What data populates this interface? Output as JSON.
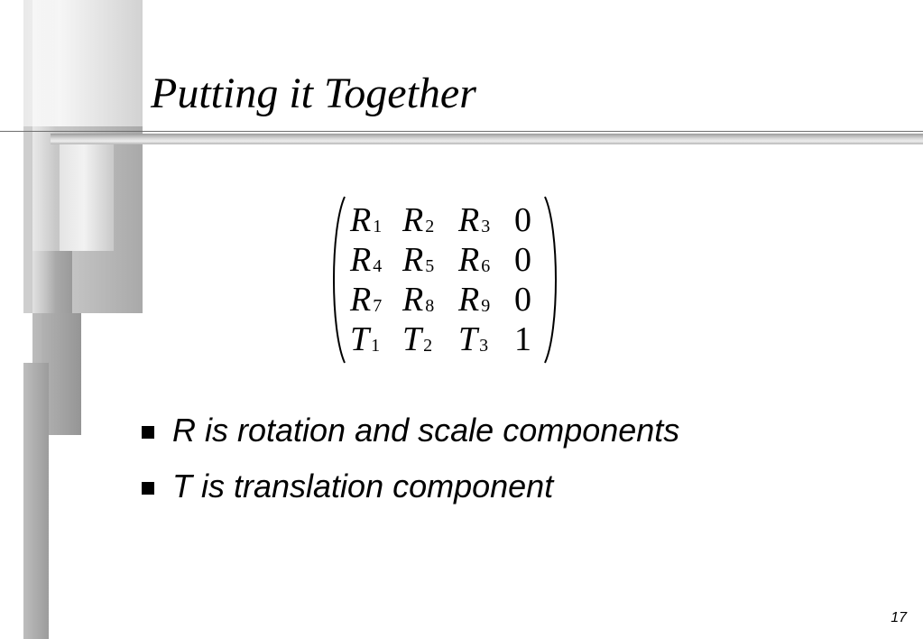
{
  "slide": {
    "title": "Putting it Together",
    "matrix": {
      "rows": [
        [
          {
            "sym": "R",
            "sub": "1"
          },
          {
            "sym": "R",
            "sub": "2"
          },
          {
            "sym": "R",
            "sub": "3"
          },
          {
            "num": "0"
          }
        ],
        [
          {
            "sym": "R",
            "sub": "4"
          },
          {
            "sym": "R",
            "sub": "5"
          },
          {
            "sym": "R",
            "sub": "6"
          },
          {
            "num": "0"
          }
        ],
        [
          {
            "sym": "R",
            "sub": "7"
          },
          {
            "sym": "R",
            "sub": "8"
          },
          {
            "sym": "R",
            "sub": "9"
          },
          {
            "num": "0"
          }
        ],
        [
          {
            "sym": "T",
            "sub": "1"
          },
          {
            "sym": "T",
            "sub": "2"
          },
          {
            "sym": "T",
            "sub": "3"
          },
          {
            "num": "1"
          }
        ]
      ]
    },
    "bullets": [
      {
        "text": "R is rotation and scale components"
      },
      {
        "text": "T is translation component"
      }
    ],
    "page_number": "17"
  },
  "icons": {
    "bullet": "square-bullet-icon"
  },
  "colors": {
    "text": "#000000",
    "background": "#ffffff",
    "rule": "#6e6e6e"
  }
}
